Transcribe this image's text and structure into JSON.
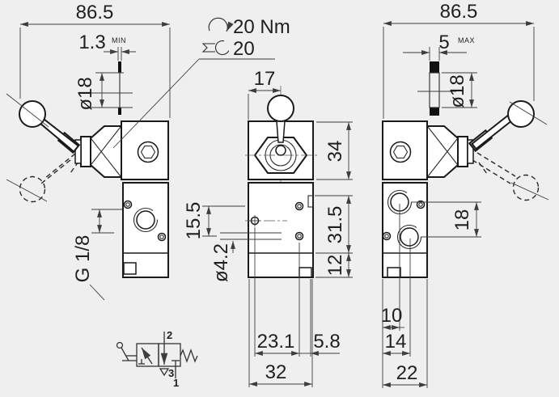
{
  "colors": {
    "background": "#efefef",
    "outline": "#1a1a1a",
    "dimension": "#3d3d3d",
    "fill": "#ffffff",
    "panel_section": "#111111"
  },
  "dims": {
    "overall_left": "86.5",
    "panel_min": "1.3",
    "panel_min_q": "MIN",
    "panel_hole_left": "ø18",
    "port_thread": "G 1/8",
    "lever_offset": "17",
    "top_height": "34",
    "body_height": "31.5",
    "base_height": "12",
    "hole_v_spacing": "15.5",
    "hole_dia": "ø4.2",
    "hole_h_spacing": "23.1",
    "hole_edge": "5.8",
    "front_width": "32",
    "overall_right": "86.5",
    "panel_max": "5",
    "panel_max_q": "MAX",
    "panel_hole_right": "ø18",
    "port_v_spacing": "18",
    "base_10": "10",
    "base_14": "14",
    "side_width": "22"
  },
  "notes": {
    "torque": "20 Nm",
    "wrench": "20"
  },
  "schematic": {
    "port_top": "2",
    "port_exhaust": "3",
    "port_supply": "1"
  }
}
